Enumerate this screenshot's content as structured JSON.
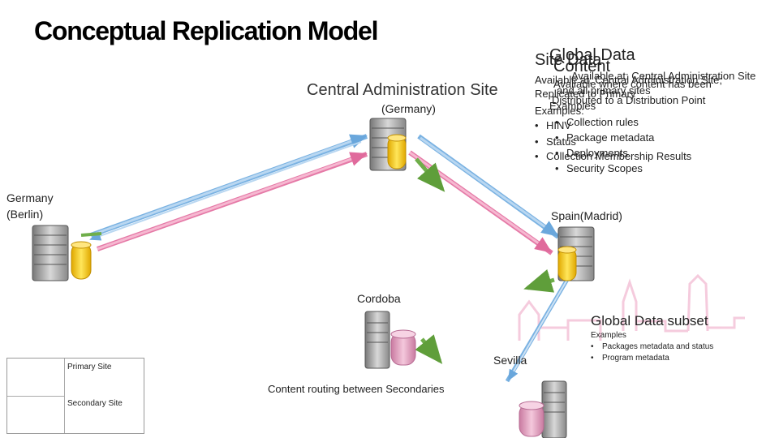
{
  "title": "Conceptual Replication Model",
  "central_site": {
    "name": "Central Administration Site",
    "country": "(Germany)"
  },
  "global_panel": {
    "heading_lines": [
      "Site Data",
      "Global Data",
      "Content"
    ],
    "lines": [
      "Available at: Central Administration Site",
      "Available at: Central Administration Site;",
      "Available where content has been",
      "Replicated to Primary",
      "and all primary sites",
      "Distributed to a Distribution Point",
      "Examples:",
      "Examples"
    ],
    "bullets": [
      "HINV",
      "Collection rules",
      "Status",
      "Package metadata",
      "Collection Membership Results",
      "Deployments",
      "Security Scopes"
    ]
  },
  "sites": {
    "germany": "Germany\n(Berlin)",
    "spain": "Spain(Madrid)",
    "cordoba": "Cordoba",
    "sevilla": "Sevilla"
  },
  "subset_panel": {
    "title": "Global Data subset",
    "examples_label": "Examples",
    "items": [
      "Packages metadata and status",
      "Program metadata"
    ]
  },
  "content_routing_label": "Content routing between Secondaries",
  "legend": {
    "primary": "Primary Site",
    "secondary": "Secondary Site"
  },
  "colors": {
    "arrow_blue": "#8fbfe8",
    "arrow_pink": "#ec8fb5",
    "arrow_green": "#8cc06a",
    "db_yellow": "#f5c400",
    "db_pink": "#e6a0c0",
    "watermark": "#f6c9dc"
  }
}
